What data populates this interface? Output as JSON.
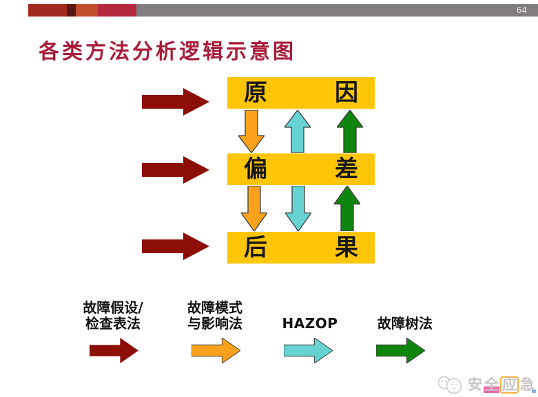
{
  "page_number": "64",
  "title": "各类方法分析逻辑示意图",
  "colors": {
    "header_gray": "#817d81",
    "header_seg1": "#a32a1e",
    "header_seg2": "#571712",
    "header_seg3": "#c24e2d",
    "header_seg4": "#b72a3e",
    "title_red": "#a81c38",
    "box_yellow": "#ffc608",
    "arrow_darkred": "#8c0e06",
    "arrow_orange": "#faa21b",
    "arrow_cyan": "#66d2d2",
    "arrow_green": "#0e860e"
  },
  "flow_boxes": [
    {
      "left_char": "原",
      "right_char": "因"
    },
    {
      "left_char": "偏",
      "right_char": "差"
    },
    {
      "left_char": "后",
      "right_char": "果"
    }
  ],
  "legend": {
    "items": [
      {
        "lines": [
          "故障假设/",
          "检查表法"
        ]
      },
      {
        "lines": [
          "故障模式",
          "与影响法"
        ]
      },
      {
        "lines": [
          "",
          "HAZOP"
        ]
      },
      {
        "lines": [
          "",
          "故障树法"
        ]
      }
    ]
  },
  "watermark": {
    "chars": [
      "安",
      "全",
      "应",
      "急"
    ]
  }
}
